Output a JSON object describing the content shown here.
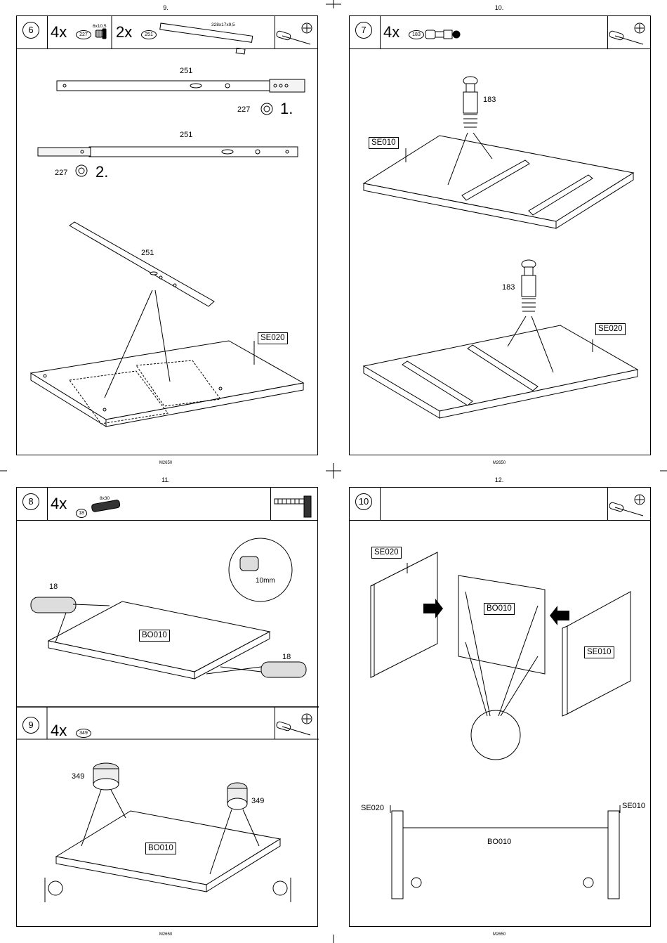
{
  "pages": [
    {
      "number": "9.",
      "code": "M2650",
      "step": "6",
      "qty1": "4x",
      "part1": "227",
      "size1": "6x10,5",
      "qty2": "2x",
      "part2": "251",
      "size2": "328x17x9,5",
      "labels": {
        "rail_a": "251",
        "rail_b": "251",
        "rail_c": "251",
        "screw_a": "227",
        "screw_b": "227",
        "order_1": "1.",
        "order_2": "2.",
        "panel": "SE020"
      }
    },
    {
      "number": "10.",
      "code": "M2650",
      "step": "7",
      "qty1": "4x",
      "part1": "183",
      "labels": {
        "bolt_a": "183",
        "bolt_b": "183",
        "panel_a": "SE010",
        "panel_b": "SE020"
      }
    },
    {
      "number": "11.",
      "code": "M2650",
      "step": "8",
      "qty1": "4x",
      "part1": "18",
      "size1": "8x30",
      "labels": {
        "dowel_a": "18",
        "dowel_b": "18",
        "depth": "10mm",
        "panel": "BO010"
      },
      "step2": "9",
      "qty2": "4x",
      "part2": "349",
      "labels2": {
        "cam_a": "349",
        "cam_b": "349",
        "panel": "BO010"
      }
    },
    {
      "number": "12.",
      "code": "M2650",
      "step": "10",
      "labels": {
        "left": "SE020",
        "mid": "BO010",
        "right": "SE010",
        "left2": "SE020",
        "mid2": "BO010",
        "right2": "SE010"
      }
    }
  ]
}
